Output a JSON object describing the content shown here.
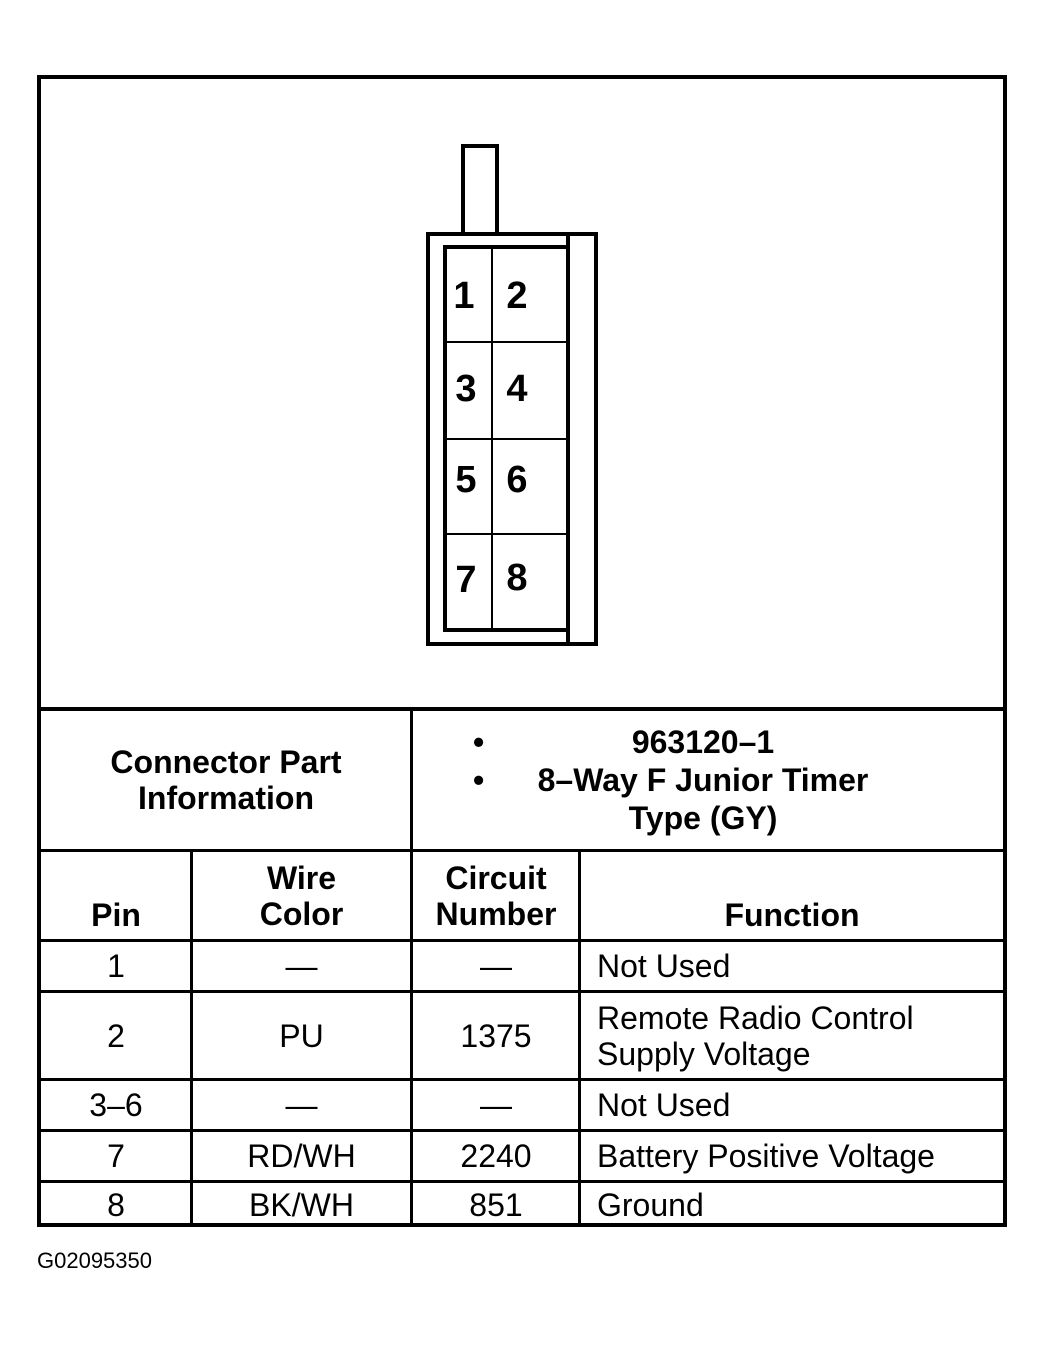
{
  "diagram": {
    "pins": [
      {
        "label": "1"
      },
      {
        "label": "2"
      },
      {
        "label": "3"
      },
      {
        "label": "4"
      },
      {
        "label": "5"
      },
      {
        "label": "6"
      },
      {
        "label": "7"
      },
      {
        "label": "8"
      }
    ]
  },
  "connector_info": {
    "label": "Connector Part Information",
    "items": [
      "963120–1",
      "8–Way F Junior Timer Type (GY)"
    ]
  },
  "table": {
    "headers": {
      "pin": "Pin",
      "wire_color": "Wire Color",
      "circuit_number": "Circuit Number",
      "function": "Function"
    },
    "rows": [
      {
        "pin": "1",
        "wire_color": "—",
        "circuit_number": "—",
        "function": "Not Used"
      },
      {
        "pin": "2",
        "wire_color": "PU",
        "circuit_number": "1375",
        "function": "Remote Radio Control Supply Voltage"
      },
      {
        "pin": "3–6",
        "wire_color": "—",
        "circuit_number": "—",
        "function": "Not Used"
      },
      {
        "pin": "7",
        "wire_color": "RD/WH",
        "circuit_number": "2240",
        "function": "Battery Positive Voltage"
      },
      {
        "pin": "8",
        "wire_color": "BK/WH",
        "circuit_number": "851",
        "function": "Ground"
      }
    ]
  },
  "footer_code": "G02095350"
}
